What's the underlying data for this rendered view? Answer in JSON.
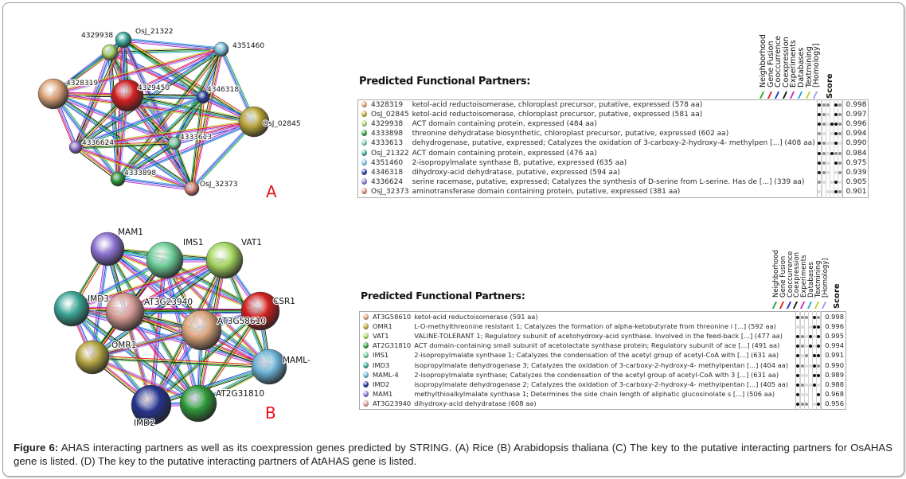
{
  "panels": {
    "A": {
      "letter": "A",
      "nodes": [
        {
          "id": "4329938",
          "color": "#a8d26a"
        },
        {
          "id": "OsJ_21322",
          "color": "#3aa99b"
        },
        {
          "id": "4351460",
          "color": "#7cc0dc"
        },
        {
          "id": "4328319",
          "color": "#dba278"
        },
        {
          "id": "4329450",
          "color": "#d21f1f"
        },
        {
          "id": "4346318",
          "color": "#2b3fa0"
        },
        {
          "id": "OsJ_02845",
          "color": "#b7a437"
        },
        {
          "id": "4336624",
          "color": "#8d72cc"
        },
        {
          "id": "4333613",
          "color": "#7fd0a6"
        },
        {
          "id": "4333898",
          "color": "#2c9a3a"
        },
        {
          "id": "OsJ_32373",
          "color": "#d9857c"
        }
      ]
    },
    "B": {
      "letter": "B",
      "nodes": [
        {
          "id": "MAM1",
          "color": "#8a6fcf"
        },
        {
          "id": "IMS1",
          "color": "#6ccc96"
        },
        {
          "id": "VAT1",
          "color": "#a4d65e"
        },
        {
          "id": "IMD3",
          "color": "#3aa596"
        },
        {
          "id": "AT3G23940",
          "color": "#d69a94"
        },
        {
          "id": "CSR1",
          "color": "#cf1f1f"
        },
        {
          "id": "AT3G58610",
          "color": "#dca47c"
        },
        {
          "id": "OMR1",
          "color": "#b4a540"
        },
        {
          "id": "MAML-4",
          "color": "#6cb3d7"
        },
        {
          "id": "IMD2",
          "color": "#26348e"
        },
        {
          "id": "AT2G31810",
          "color": "#2f9a3b"
        }
      ]
    }
  },
  "evidence_columns": [
    {
      "label": "Neighborhood",
      "color": "#22a52a"
    },
    {
      "label": "Gene Fusion",
      "color": "#e01b1b"
    },
    {
      "label": "Cooccurrence",
      "color": "#1f35d6"
    },
    {
      "label": "Coexpression",
      "color": "#111111"
    },
    {
      "label": "Experiments",
      "color": "#c127c9"
    },
    {
      "label": "Databases",
      "color": "#23a4d8"
    },
    {
      "label": "Textmining",
      "color": "#b3d52b"
    },
    {
      "label": "[Homology]",
      "color": "#9d9ee8"
    }
  ],
  "score_header": "Score",
  "tables": {
    "C": {
      "title": "Predicted Functional Partners:",
      "rows": [
        {
          "gene": "4328319",
          "color": "#dba278",
          "desc": "ketol-acid reductoisomerase, chloroplast precursor, putative, expressed (578 aa)",
          "ev": [
            3,
            0,
            2,
            2,
            0,
            3,
            2,
            0
          ],
          "score": "0.998"
        },
        {
          "gene": "OsJ_02845",
          "color": "#b7a437",
          "desc": "ketol-acid reductoisomerase, chloroplast precursor, putative, expressed (581 aa)",
          "ev": [
            3,
            0,
            2,
            1,
            0,
            3,
            2,
            0
          ],
          "score": "0.997"
        },
        {
          "gene": "4329938",
          "color": "#a8d26a",
          "desc": "ACT domain containing protein, expressed (484 aa)",
          "ev": [
            3,
            0,
            2,
            1,
            3,
            3,
            2,
            0
          ],
          "score": "0.996"
        },
        {
          "gene": "4333898",
          "color": "#2c9a3a",
          "desc": "threonine dehydratase biosynthetic, chloroplast precursor, putative, expressed (602 aa)",
          "ev": [
            2,
            0,
            1,
            0,
            1,
            3,
            2,
            0
          ],
          "score": "0.994"
        },
        {
          "gene": "4333613",
          "color": "#7fd0a6",
          "desc": "dehydrogenase, putative, expressed; Catalyzes the oxidation of 3-carboxy-2-hydroxy-4- methylpen [...] (408 aa)",
          "ev": [
            3,
            0,
            2,
            1,
            1,
            3,
            1,
            0
          ],
          "score": "0.990"
        },
        {
          "gene": "OsJ_21322",
          "color": "#3aa99b",
          "desc": "ACT domain containing protein, expressed (476 aa)",
          "ev": [
            3,
            0,
            2,
            1,
            3,
            2,
            2,
            0
          ],
          "score": "0.984"
        },
        {
          "gene": "4351460",
          "color": "#7cc0dc",
          "desc": "2-isopropylmalate synthase B, putative, expressed (635 aa)",
          "ev": [
            3,
            0,
            2,
            1,
            0,
            3,
            2,
            0
          ],
          "score": "0.975"
        },
        {
          "gene": "4346318",
          "color": "#2b3fa0",
          "desc": "dihydroxy-acid dehydratase, putative, expressed (594 aa)",
          "ev": [
            3,
            0,
            2,
            1,
            0,
            1,
            2,
            0
          ],
          "score": "0.939"
        },
        {
          "gene": "4336624",
          "color": "#8d72cc",
          "desc": "serine racemase, putative, expressed; Catalyzes the synthesis of D-serine from L-serine. Has de [...] (339 aa)",
          "ev": [
            2,
            0,
            1,
            0,
            1,
            3,
            1,
            0
          ],
          "score": "0.905"
        },
        {
          "gene": "OsJ_32373",
          "color": "#d9857c",
          "desc": "aminotransferase domain containing protein, putative, expressed (381 aa)",
          "ev": [
            1,
            0,
            0,
            1,
            1,
            3,
            2,
            0
          ],
          "score": "0.901"
        }
      ]
    },
    "D": {
      "title": "Predicted Functional Partners:",
      "rows": [
        {
          "gene": "AT3G58610",
          "color": "#dca47c",
          "desc": "ketol-acid reductoisomerase (591 aa)",
          "ev": [
            3,
            0,
            2,
            2,
            0,
            3,
            2,
            0
          ],
          "score": "0.998"
        },
        {
          "gene": "OMR1",
          "color": "#b4a540",
          "desc": "L-O-methylthreonine resistant 1; Catalyzes the formation of alpha-ketobutyrate from threonine i [...] (592 aa)",
          "ev": [
            1,
            0,
            1,
            0,
            1,
            3,
            3,
            0
          ],
          "score": "0.996"
        },
        {
          "gene": "VAT1",
          "color": "#a4d65e",
          "desc": "VALINE-TOLERANT 1; Regulatory subunit of acetohydroxy-acid synthase. Involved in the feed-back [...] (477 aa)",
          "ev": [
            3,
            0,
            2,
            1,
            3,
            1,
            3,
            0
          ],
          "score": "0.995"
        },
        {
          "gene": "AT2G31810",
          "color": "#2f9a3b",
          "desc": "ACT domain-containing small subunit of acetolactate synthase protein; Regulatory subunit of ace [...] (491 aa)",
          "ev": [
            3,
            0,
            2,
            1,
            3,
            1,
            3,
            0
          ],
          "score": "0.994"
        },
        {
          "gene": "IMS1",
          "color": "#6ccc96",
          "desc": "2-isopropylmalate synthase 1; Catalyzes the condensation of the acetyl group of acetyl-CoA with [...] (631 aa)",
          "ev": [
            3,
            0,
            1,
            2,
            0,
            3,
            3,
            0
          ],
          "score": "0.991"
        },
        {
          "gene": "IMD3",
          "color": "#3aa596",
          "desc": "isopropylmalate dehydrogenase 3; Catalyzes the oxidation of 3-carboxy-2-hydroxy-4- methylpentan [...] (404 aa)",
          "ev": [
            3,
            0,
            2,
            1,
            1,
            3,
            2,
            0
          ],
          "score": "0.990"
        },
        {
          "gene": "MAML-4",
          "color": "#6cb3d7",
          "desc": "2-isopropylmalate synthase; Catalyzes the condensation of the acetyl group of acetyl-CoA with 3 [...] (631 aa)",
          "ev": [
            3,
            0,
            1,
            1,
            0,
            3,
            3,
            0
          ],
          "score": "0.989"
        },
        {
          "gene": "IMD2",
          "color": "#26348e",
          "desc": "isopropylmalate dehydrogenase 2; Catalyzes the oxidation of 3-carboxy-2-hydroxy-4- methylpentan [...] (405 aa)",
          "ev": [
            3,
            0,
            2,
            1,
            1,
            3,
            1,
            0
          ],
          "score": "0.988"
        },
        {
          "gene": "MAM1",
          "color": "#8a6fcf",
          "desc": "methylthioalkylmalate synthase 1; Determines the side chain length of aliphatic glucosinolate s [...] (506 aa)",
          "ev": [
            3,
            0,
            1,
            1,
            0,
            0,
            3,
            0
          ],
          "score": "0.968"
        },
        {
          "gene": "AT3G23940",
          "color": "#d69a94",
          "desc": "dihydroxy-acid dehydratase (608 aa)",
          "ev": [
            3,
            0,
            2,
            2,
            0,
            1,
            3,
            0
          ],
          "score": "0.956"
        }
      ]
    }
  },
  "caption": {
    "label": "Figure 6:",
    "text": " AHAS interacting partners as well as its coexpression genes predicted by STRING. (A) Rice (B) Arabidopsis thaliana (C) The key to the putative interacting partners for OsAHAS gene is listed. (D) The key to the putative interacting partners of AtAHAS gene is listed."
  }
}
